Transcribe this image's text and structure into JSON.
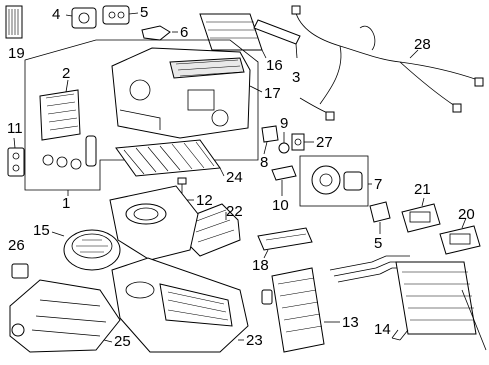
{
  "callouts": {
    "c1": "1",
    "c2": "2",
    "c3": "3",
    "c4": "4",
    "c5a": "5",
    "c5b": "5",
    "c6": "6",
    "c7": "7",
    "c8": "8",
    "c9": "9",
    "c10": "10",
    "c11": "11",
    "c12": "12",
    "c13": "13",
    "c14": "14",
    "c15": "15",
    "c16": "16",
    "c17": "17",
    "c18": "18",
    "c19": "19",
    "c20": "20",
    "c21": "21",
    "c22": "22",
    "c23": "23",
    "c24": "24",
    "c25": "25",
    "c26": "26",
    "c27": "27",
    "c28": "28"
  }
}
